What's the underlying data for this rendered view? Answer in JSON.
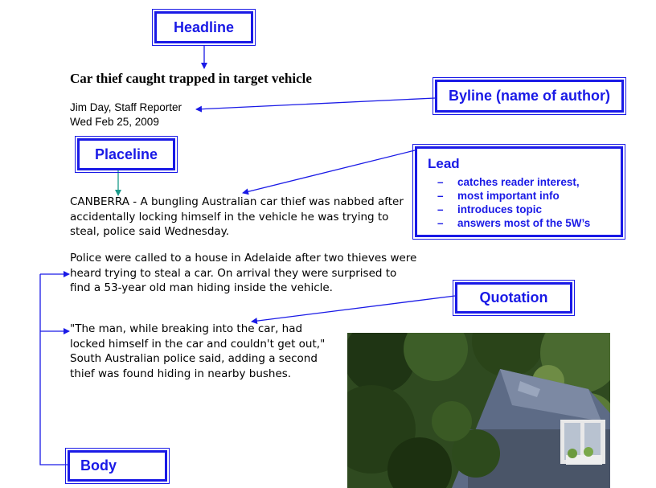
{
  "labels": {
    "headline": "Headline",
    "byline": "Byline (name of author)",
    "placeline": "Placeline",
    "lead": "Lead",
    "quotation": "Quotation",
    "body": "Body"
  },
  "lead_points": [
    "catches reader interest,",
    "most important info",
    "introduces topic",
    "answers most of the 5W’s"
  ],
  "article": {
    "headline": "Car thief caught trapped in target vehicle",
    "author": "Jim Day, Staff Reporter",
    "date": "Wed Feb 25, 2009",
    "para1": "CANBERRA - A bungling Australian car thief was nabbed after accidentally locking himself in the vehicle he was trying to steal, police said Wednesday.",
    "para2": "Police were called to a house in Adelaide after two thieves were heard trying to steal a car. On arrival they were surprised to find a 53-year old man hiding inside the vehicle.",
    "para3": "\"The man, while breaking into the car, had locked himself in the car and couldn't get out,\" South Australian police said, adding a second thief was found hiding in nearby bushes."
  },
  "colors": {
    "label_blue": "#1a1ae6",
    "placeline_arrow": "#1a9a8a"
  }
}
